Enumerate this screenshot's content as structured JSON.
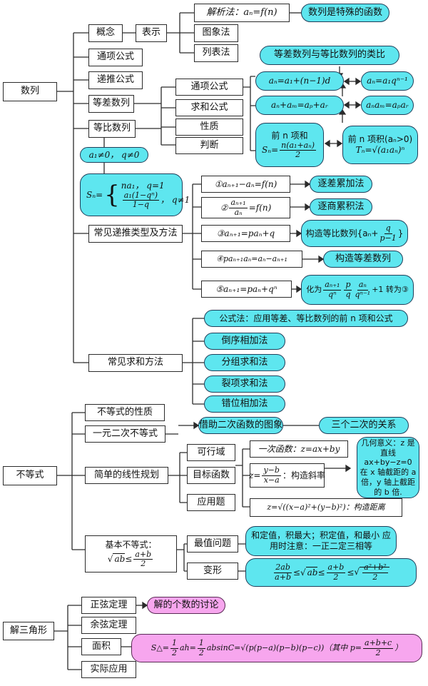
{
  "roots": {
    "sequence": "数列",
    "inequality": "不等式",
    "triangle": "解三角形"
  },
  "sequence": {
    "concept": "概念",
    "represent": "表示",
    "analytic": "解析法：aₙ=f(n)",
    "special_function": "数列是特殊的函数",
    "graph": "图象法",
    "list": "列表法",
    "general_term": "通项公式",
    "recursive": "递推公式",
    "arith": "等差数列",
    "geom": "等比数列",
    "sub_general": "通项公式",
    "sub_sum": "求和公式",
    "sub_property": "性质",
    "sub_judge": "判断",
    "analogy": "等差数列与等比数列的类比",
    "arith_general": "aₙ=a₁+(n−1)d",
    "geom_general": "aₙ=a₁qⁿ⁻¹",
    "arith_prop": "aₙ+aₘ=aₚ+aᵣ",
    "geom_prop": "aₙaₘ=aₚaᵣ",
    "arith_sum_label": "前 n 项和",
    "arith_sum_lhs": "Sₙ=",
    "arith_sum_num": "n(a₁+aₙ)",
    "arith_sum_den": "2",
    "geom_prod_label": "前 n 项积(aₙ>0)",
    "geom_prod_formula": "Tₙ=√(a₁aₙ)ⁿ",
    "condition": "a₁≠0， q≠0",
    "geom_sum_lhs": "Sₙ=",
    "geom_sum_case1": "na₁， q=1",
    "geom_sum_case2_num": "a₁(1−qⁿ)",
    "geom_sum_case2_den": "1−q",
    "geom_sum_case2_cond": "， q≠1",
    "recur_types": "常见递推类型及方法",
    "r1": "①aₙ₊₁−aₙ=f(n)",
    "m1": "逐差累加法",
    "r2_prefix": "②",
    "r2_num": "aₙ₊₁",
    "r2_den": "aₙ",
    "r2_suffix": "=f(n)",
    "m2": "逐商累积法",
    "r3": "③aₙ₊₁=paₙ+q",
    "m3_prefix": "构造等比数列{aₙ+",
    "m3_num": "q",
    "m3_den": "p−1",
    "m3_suffix": "}",
    "r4": "④paₙ₊₁aₙ=aₙ−aₙ₊₁",
    "m4": "构造等差数列",
    "r5": "⑤aₙ₊₁=paₙ+qⁿ",
    "m5_prefix": "化为",
    "m5_n1": "aₙ₊₁",
    "m5_d1": "qⁿ",
    "m5_n2": "p",
    "m5_d2": "q",
    "m5_n3": "aₙ",
    "m5_d3": "qⁿ⁻¹",
    "m5_suffix": "+1 转为③",
    "sum_methods": "常见求和方法",
    "s1": "公式法：应用等差、等比数列的前 n 项和公式",
    "s2": "倒序相加法",
    "s3": "分组求和法",
    "s4": "裂项求和法",
    "s5": "错位相加法"
  },
  "inequality": {
    "props": "不等式的性质",
    "quad_ineq": "一元二次不等式",
    "quad_graph": "借助二次函数的图象",
    "three_quad": "三个二次的关系",
    "linear_prog": "简单的线性规划",
    "feasible": "可行域",
    "objective": "目标函数",
    "application": "应用题",
    "linear_fn": "一次函数：z=ax+by",
    "slope_lhs": "z=",
    "slope_num": "y−b",
    "slope_den": "x−a",
    "slope_suffix": "：构造斜率",
    "dist": "z=√((x−a)²+(y−b)²)：构造距离",
    "geo_meaning": "几何意义：z 是直线 ax+by−z=0 在 x 轴截距的 a 倍，y 轴上截距的 b 倍.",
    "basic_title": "基本不等式：",
    "basic_root": "ab",
    "basic_le": "≤",
    "basic_num": "a+b",
    "basic_den": "2",
    "extreme": "最值问题",
    "extreme_desc": "和定值，积最大；积定值，和最小 应用时注意：一正二定三相等",
    "transform": "变形",
    "tf_n1": "2ab",
    "tf_d1": "a+b",
    "tf_le": "≤",
    "tf_root": "ab",
    "tf_n2": "a+b",
    "tf_d2": "2",
    "tf_n3": "a²+b²",
    "tf_d3": "2"
  },
  "triangle": {
    "sine": "正弦定理",
    "sine_note": "解的个数的讨论",
    "cosine": "余弦定理",
    "area": "面积",
    "practical": "实际应用",
    "area_formula_a": "S△=",
    "area_half": "1",
    "area_two": "2",
    "area_mid": "ah=",
    "area_abs": "absinC=√(p(p−a)(p−b)(p−c))（其中 p=",
    "area_num": "a+b+c",
    "area_den": "2",
    "area_end": "）"
  }
}
